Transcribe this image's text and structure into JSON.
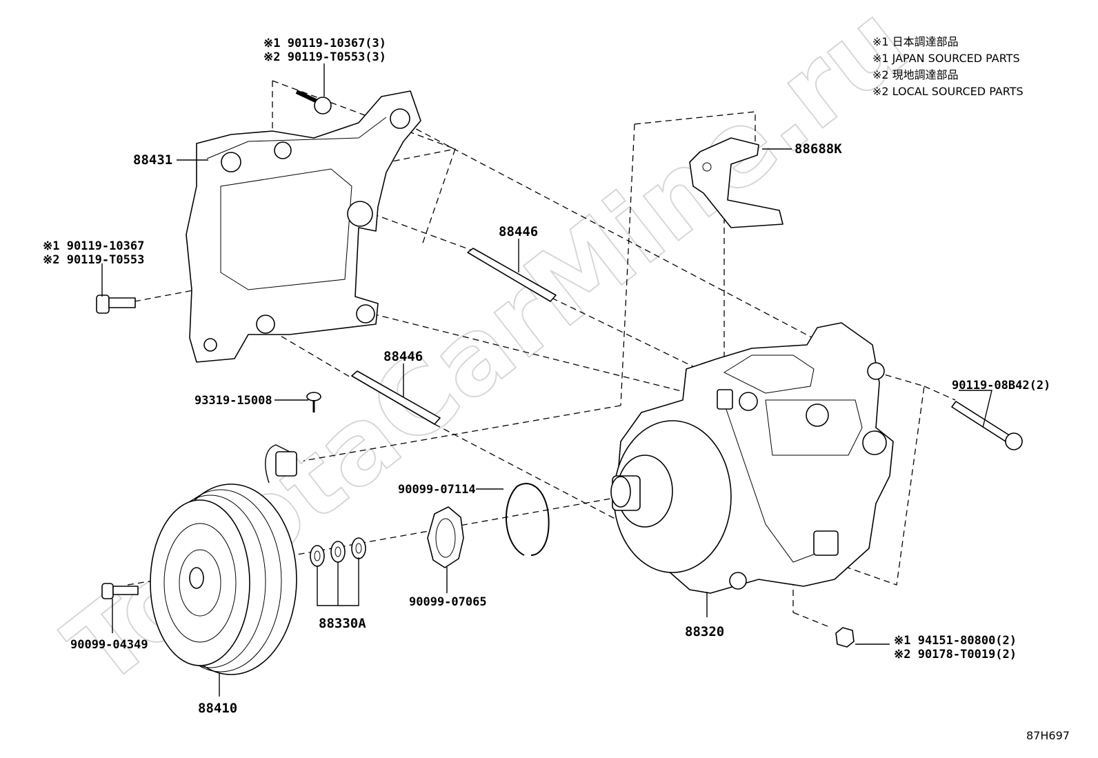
{
  "notes": [
    "※1 日本調達部品",
    "※1 JAPAN SOURCED PARTS",
    "※2 現地調達部品",
    "※2 LOCAL SOURCED PARTS"
  ],
  "watermark": "ToyotaCarMine.ru",
  "diagram_code": "87H697",
  "labels": {
    "bolt_top_1": "※1 90119-10367(3)",
    "bolt_top_2": "※2 90119-T0553(3)",
    "bracket": "88431",
    "bolt_left_1": "※1 90119-10367",
    "bolt_left_2": "※2 90119-T0553",
    "stud_upper": "88446",
    "stud_lower": "88446",
    "screw": "93319-15008",
    "wire_bracket": "88688K",
    "bolt_right": "90119-08B42(2)",
    "snap_ring": "90099-07114",
    "retainer": "90099-07065",
    "shims": "88330A",
    "pulley_bolt": "90099-04349",
    "clutch": "88410",
    "compressor": "88320",
    "nut_1": "※1  94151-80800(2)",
    "nut_2": "※2  90178-T0019(2)"
  }
}
